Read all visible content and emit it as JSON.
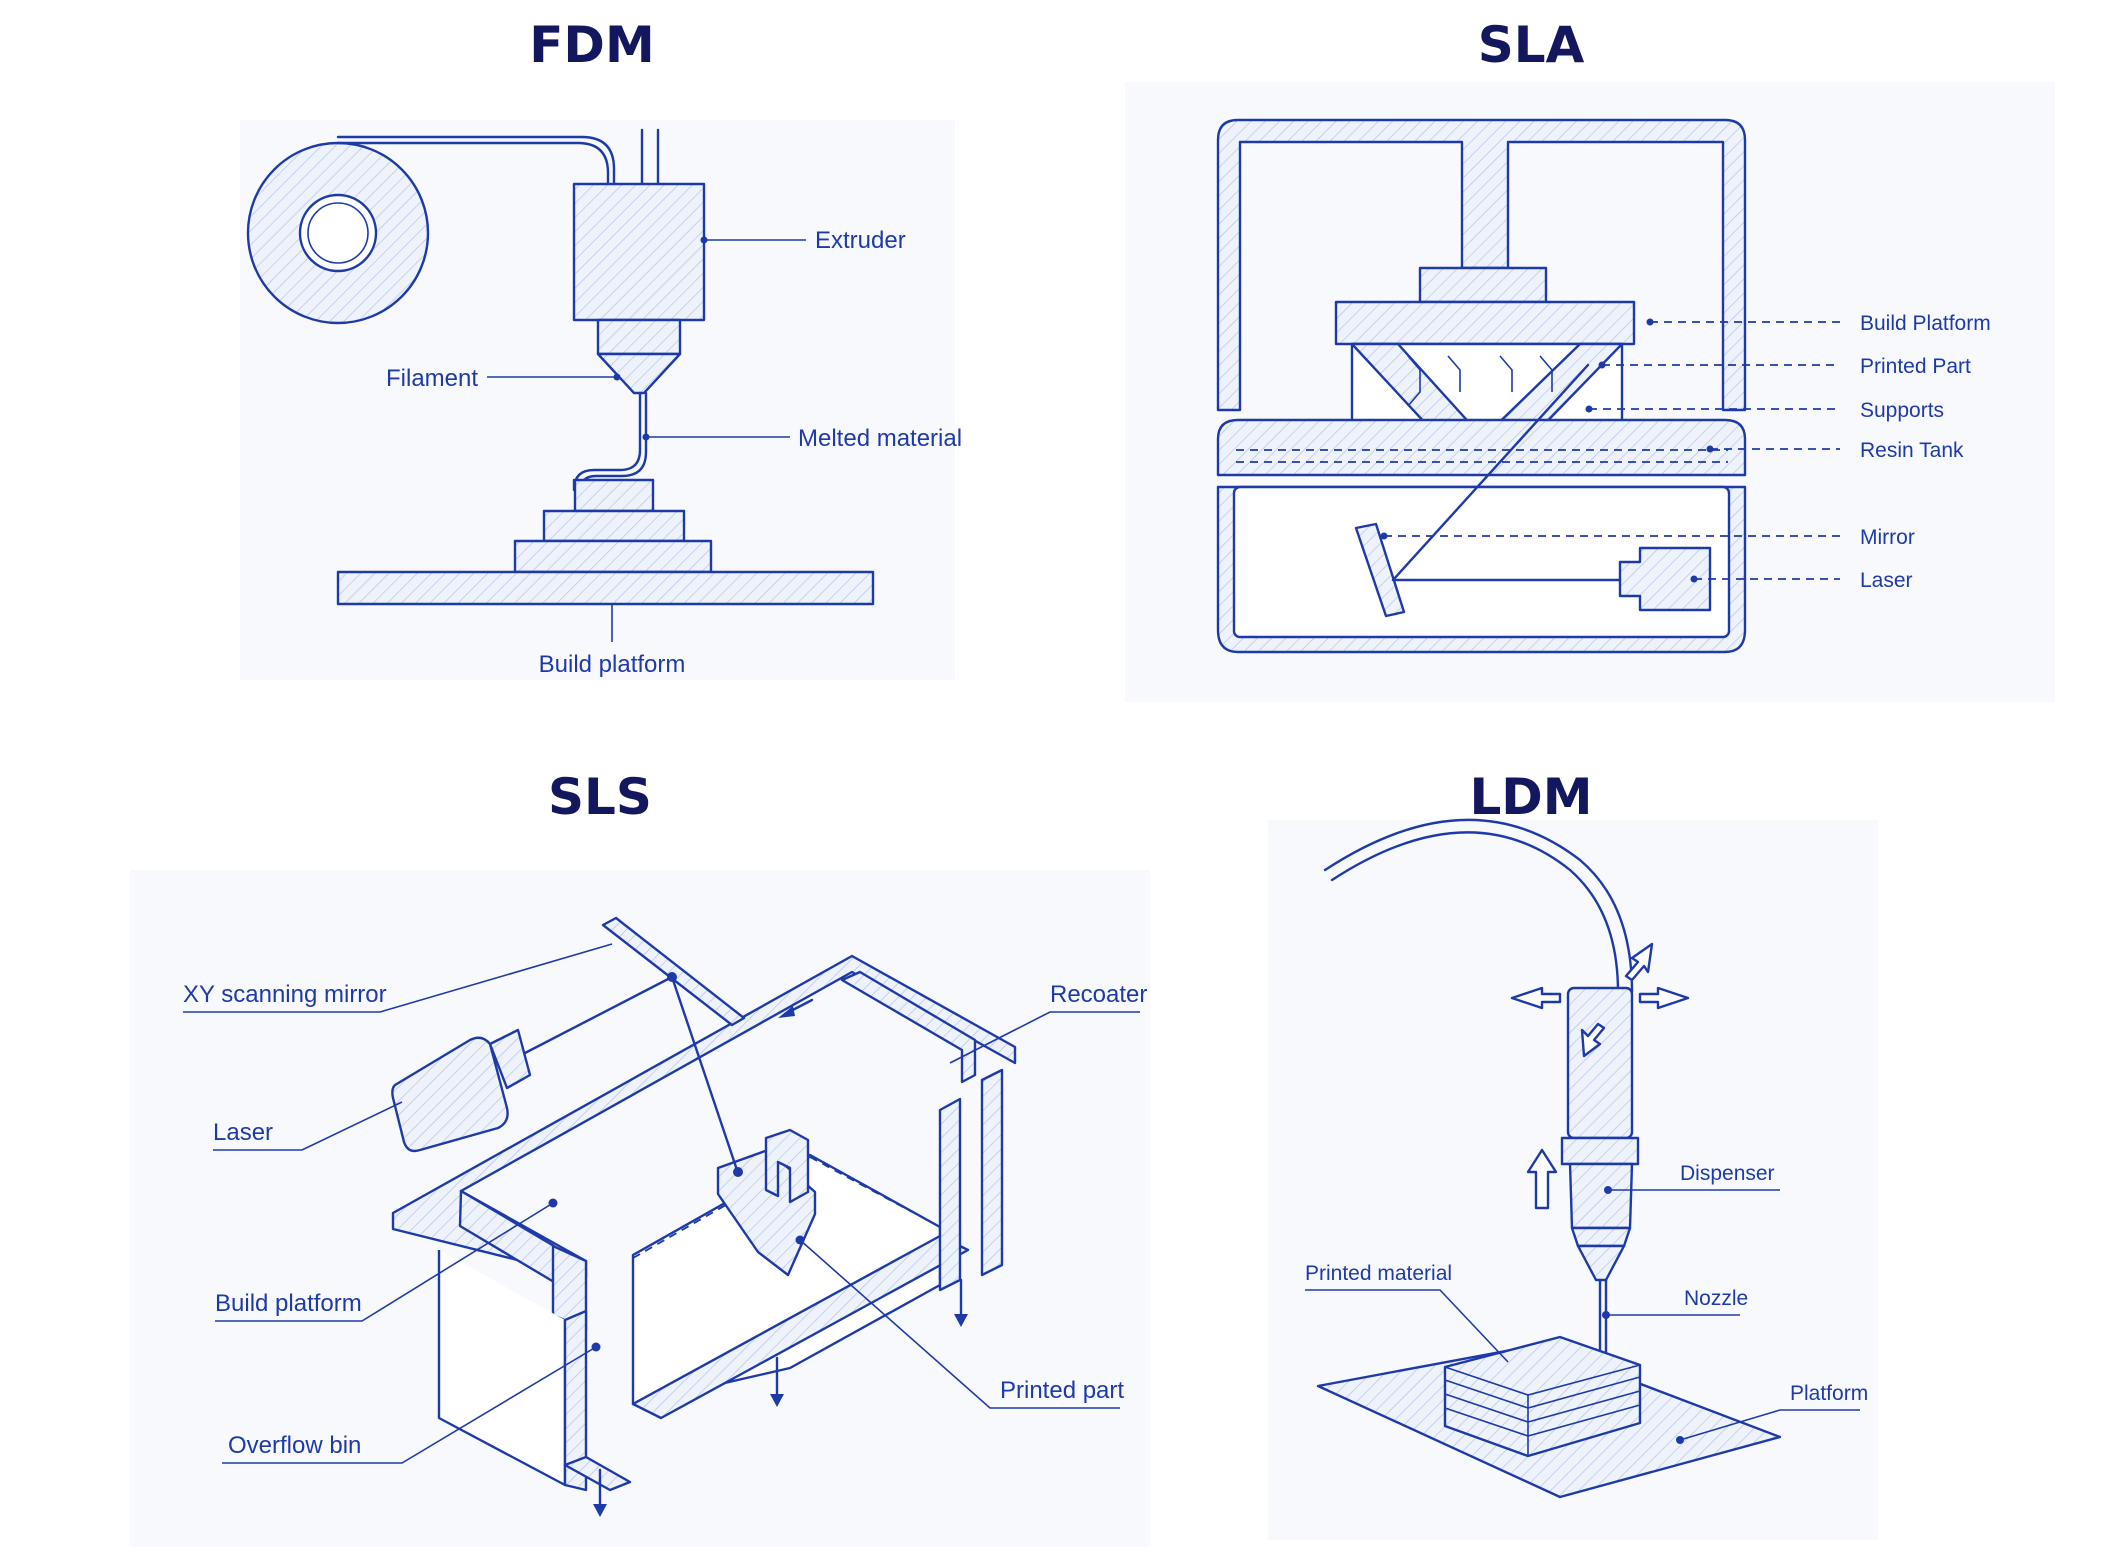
{
  "colors": {
    "ink": "#1e3aa8",
    "title": "#13185e",
    "paper": "#f7f9fd"
  },
  "fdm": {
    "title": "FDM",
    "labels": {
      "extruder": "Extruder",
      "filament": "Filament",
      "melted": "Melted material",
      "platform": "Build platform"
    }
  },
  "sla": {
    "title": "SLA",
    "labels": {
      "platform": "Build Platform",
      "part": "Printed Part",
      "supports": "Supports",
      "tank": "Resin Tank",
      "mirror": "Mirror",
      "laser": "Laser"
    }
  },
  "sls": {
    "title": "SLS",
    "labels": {
      "mirror": "XY scanning mirror",
      "recoater": "Recoater",
      "laser": "Laser",
      "platform": "Build platform",
      "part": "Printed part",
      "overflow": "Overflow bin"
    }
  },
  "ldm": {
    "title": "LDM",
    "labels": {
      "dispenser": "Dispenser",
      "printed": "Printed material",
      "nozzle": "Nozzle",
      "platform": "Platform"
    }
  }
}
